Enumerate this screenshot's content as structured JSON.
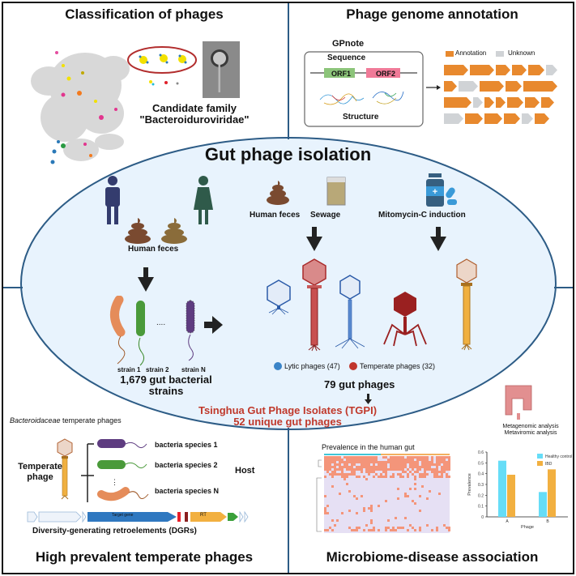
{
  "quadrants": {
    "top_left": {
      "title": "Classification of phages",
      "candidate_line1": "Candidate family",
      "candidate_line2": "\"Bacteroiduroviridae\""
    },
    "top_right": {
      "title": "Phage genome annotation",
      "tool_name": "GPnote",
      "sequence_label": "Sequence",
      "orf1": "ORF1",
      "orf2": "ORF2",
      "structure_label": "Structure",
      "legend_annotation": "Annotation",
      "legend_unknown": "Unknown",
      "colors": {
        "annotation": "#e8892e",
        "unknown": "#d0d3d6",
        "orf1": "#8cc47a",
        "orf2": "#f07a98"
      }
    },
    "bottom_left": {
      "title": "High prevalent temperate phages",
      "subtitle_italic": "Bacteroidaceae",
      "subtitle_rest": " temperate phages",
      "phage_label_1": "Temperate",
      "phage_label_2": "phage",
      "species": [
        "bacteria species 1",
        "bacteria species 2",
        "bacteria species N"
      ],
      "host_label": "Host",
      "target_gene": "Target gene",
      "rt": "RT",
      "dgr_label": "Diversity-generating retroelements (DGRs)"
    },
    "bottom_right": {
      "title": "Microbiome-disease association",
      "analysis_1": "Metagenomic analysis",
      "analysis_2": "Metaviromic analysis",
      "heatmap_title": "Prevalence in the human gut"
    }
  },
  "center": {
    "title": "Gut phage isolation",
    "human_feces_left": "Human feces",
    "human_feces_mid": "Human feces",
    "sewage": "Sewage",
    "mitomycin": "Mitomycin-C induction",
    "strains": [
      "strain 1",
      "strain 2",
      "strain N"
    ],
    "strains_count_1": "1,679 gut bacterial",
    "strains_count_2": "strains",
    "legend_lytic": "Lytic phages (47)",
    "legend_temperate": "Temperate phages (32)",
    "total_phages": "79 gut phages",
    "tgpi_line1": "Tsinghua Gut Phage Isolates (TGPI)",
    "tgpi_line2": "52 unique gut phages",
    "colors": {
      "lytic": "#3a84c8",
      "temperate": "#c0352c",
      "tgpi": "#c0392b",
      "ellipse_fill": "#e8f3fd",
      "ellipse_stroke": "#2d5c86"
    }
  },
  "chart_data": {
    "type": "bar",
    "title": "",
    "xlabel": "Phage",
    "ylabel": "Prevalence",
    "categories": [
      "A",
      "B"
    ],
    "series": [
      {
        "name": "Healthy control",
        "values": [
          0.52,
          0.23
        ],
        "color": "#66ddf7"
      },
      {
        "name": "IBD",
        "values": [
          0.39,
          0.44
        ],
        "color": "#f2b040"
      }
    ],
    "ylim": [
      0,
      0.6
    ],
    "yticks": [
      "0",
      "0.1",
      "0.2",
      "0.3",
      "0.4",
      "0.5",
      "0.6"
    ],
    "legend": "top-right",
    "grid": false
  }
}
